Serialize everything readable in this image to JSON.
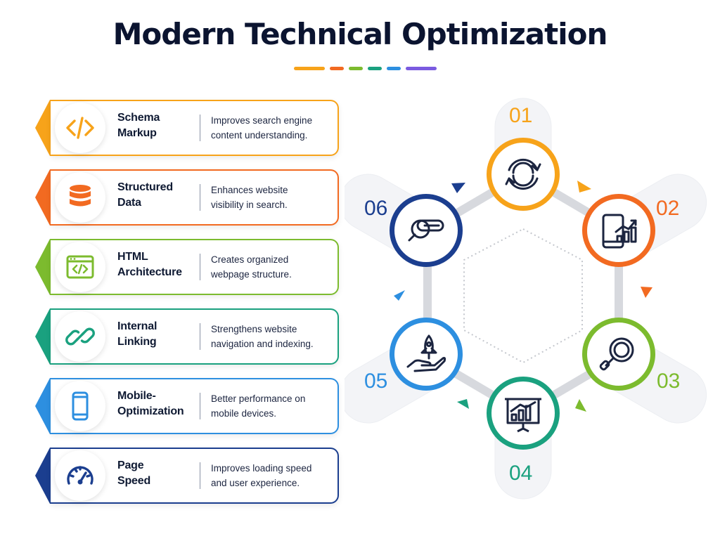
{
  "title": "Modern Technical Optimization",
  "colors": {
    "orange": "#f7a31a",
    "deep_orange": "#f26a21",
    "green": "#7cbb2e",
    "teal": "#1aa17f",
    "blue": "#2d8fe0",
    "navy": "#1b3e8f"
  },
  "items": [
    {
      "name_line1": "Schema",
      "name_line2": "Markup",
      "description_line1": "Improves search engine",
      "description_line2": "content understanding.",
      "icon": "code-icon"
    },
    {
      "name_line1": "Structured",
      "name_line2": "Data",
      "description_line1": "Enhances website",
      "description_line2": "visibility in search.",
      "icon": "database-icon"
    },
    {
      "name_line1": "HTML",
      "name_line2": "Architecture",
      "description_line1": "Creates organized",
      "description_line2": "webpage structure.",
      "icon": "browser-code-icon"
    },
    {
      "name_line1": "Internal",
      "name_line2": "Linking",
      "description_line1": "Strengthens website",
      "description_line2": "navigation and indexing.",
      "icon": "link-icon"
    },
    {
      "name_line1": "Mobile-",
      "name_line2": "Optimization",
      "description_line1": "Better performance on",
      "description_line2": "mobile devices.",
      "icon": "smartphone-icon"
    },
    {
      "name_line1": "Page",
      "name_line2": "Speed",
      "description_line1": "Improves loading speed",
      "description_line2": "and user experience.",
      "icon": "speedometer-icon"
    }
  ],
  "cycle": [
    {
      "number": "01",
      "icon": "refresh-icon"
    },
    {
      "number": "02",
      "icon": "tablet-chart-icon"
    },
    {
      "number": "03",
      "icon": "magnifier-icon"
    },
    {
      "number": "04",
      "icon": "presentation-chart-icon"
    },
    {
      "number": "05",
      "icon": "rocket-hand-icon"
    },
    {
      "number": "06",
      "icon": "search-bar-icon"
    }
  ]
}
